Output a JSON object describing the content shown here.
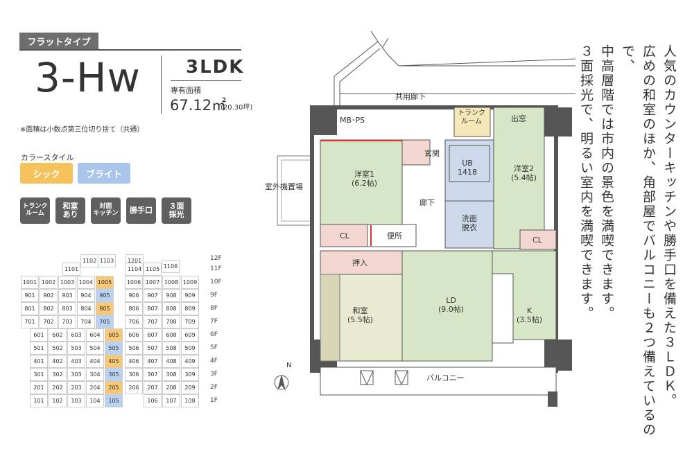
{
  "header": {
    "type_tag": "フラットタイプ",
    "plan_name": "3-Hw",
    "layout": "3LDK",
    "area_label": "専有面積",
    "area_value": "67.12㎡",
    "area_tsubo": "(20.30坪)",
    "note": "※面積は小数点第三位切り捨て（共通）"
  },
  "color_style": {
    "label": "カラースタイル",
    "options": [
      "シック",
      "ブライト"
    ],
    "colors": {
      "chic": "#f5c25c",
      "bright": "#a9c6ea"
    }
  },
  "features": [
    "トランク\nルーム",
    "和室\nあり",
    "対面\nキッチン",
    "勝手口",
    "３面\n採光"
  ],
  "floor_plan_rooms": {
    "common_corridor": "共用廊下",
    "mbps": "MB･PS",
    "trunk_room": "トランク\nルーム",
    "window": "出窓",
    "entrance": "玄関",
    "ub": "UB\n1418",
    "western1": "洋室1\n(6.2帖)",
    "western2": "洋室2\n(5.4帖)",
    "outdoor_unit": "室外機置場",
    "hallway": "廊下",
    "washroom": "洗面\n脱衣",
    "cl1": "CL",
    "toilet": "便所",
    "cl2": "CL",
    "closet": "押入",
    "japanese": "和室\n(5.5帖)",
    "ld": "LD\n(9.0帖)",
    "kitchen": "K\n(3.5帖)",
    "balcony": "バルコニー",
    "north": "N"
  },
  "floor_map": {
    "floors": [
      "12F",
      "11F",
      "10F",
      "9F",
      "8F",
      "7F",
      "6F",
      "5F",
      "4F",
      "3F",
      "2F",
      "1F"
    ]
  },
  "description": [
    "人気のカウンターキッチンや勝手口を備えた３ＬＤＫ。",
    "広めの和室のほか、角部屋でバルコニーも２つ備えているので、",
    "中高層階では市内の景色を満喫できます。",
    "３面採光で、明るい室内を満喫できます。"
  ]
}
